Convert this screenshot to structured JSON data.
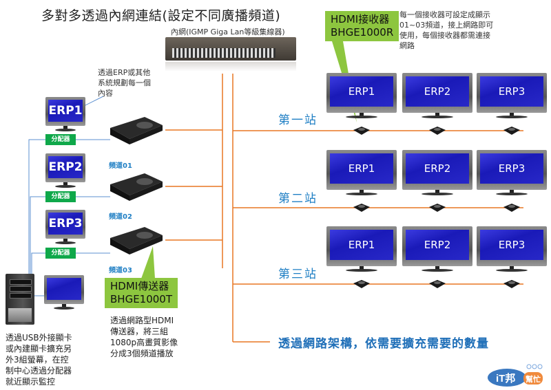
{
  "title": "多對多透過內網連結(設定不同廣播頻道)",
  "switch_label": "內網(IGMP Giga Lan等級集線器)",
  "receiver_callout": {
    "line1": "HDMI接收器",
    "line2": "BHGE1000R"
  },
  "receiver_note": [
    "每一個接收器可設定成顯示",
    "01~03頻道，接上網路即可",
    "使用，每個接收器都需連接",
    "網路"
  ],
  "erp_note": [
    "透過ERP或其他",
    "系統規劃每一個",
    "內容"
  ],
  "source_monitors": [
    {
      "label": "ERP1",
      "splitter": "分配器",
      "channel": "頻道01"
    },
    {
      "label": "ERP2",
      "splitter": "分配器",
      "channel": "頻道02"
    },
    {
      "label": "ERP3",
      "splitter": "分配器",
      "channel": "頻道03"
    }
  ],
  "transmitter_callout": {
    "line1": "HDMI傳送器",
    "line2": "BHGE1000T"
  },
  "transmitter_note": [
    "透過網路型HDMI",
    "傳送器，將三組",
    "1080p高畫質影像",
    "分成3個頻道播放"
  ],
  "pc_note": [
    "透過USB外接顯卡",
    "或內建顯卡擴充另",
    "外3組螢幕，在控",
    "制中心透過分配器",
    "就近顯示監控"
  ],
  "stations": [
    {
      "name": "第一站",
      "screens": [
        "ERP1",
        "ERP2",
        "ERP3"
      ]
    },
    {
      "name": "第二站",
      "screens": [
        "ERP1",
        "ERP2",
        "ERP3"
      ]
    },
    {
      "name": "第三站",
      "screens": [
        "ERP1",
        "ERP2",
        "ERP3"
      ]
    }
  ],
  "summary": "透過網路架構，依需要擴充需要的數量",
  "logo": {
    "main": "iT邦",
    "sub": "幫忙"
  },
  "colors": {
    "network_line": "#e87722",
    "video_line": "#5b8fd0",
    "callout_green": "#8dc63f",
    "splitter_green": "#0fa84a",
    "station_blue": "#1f7fc4"
  }
}
